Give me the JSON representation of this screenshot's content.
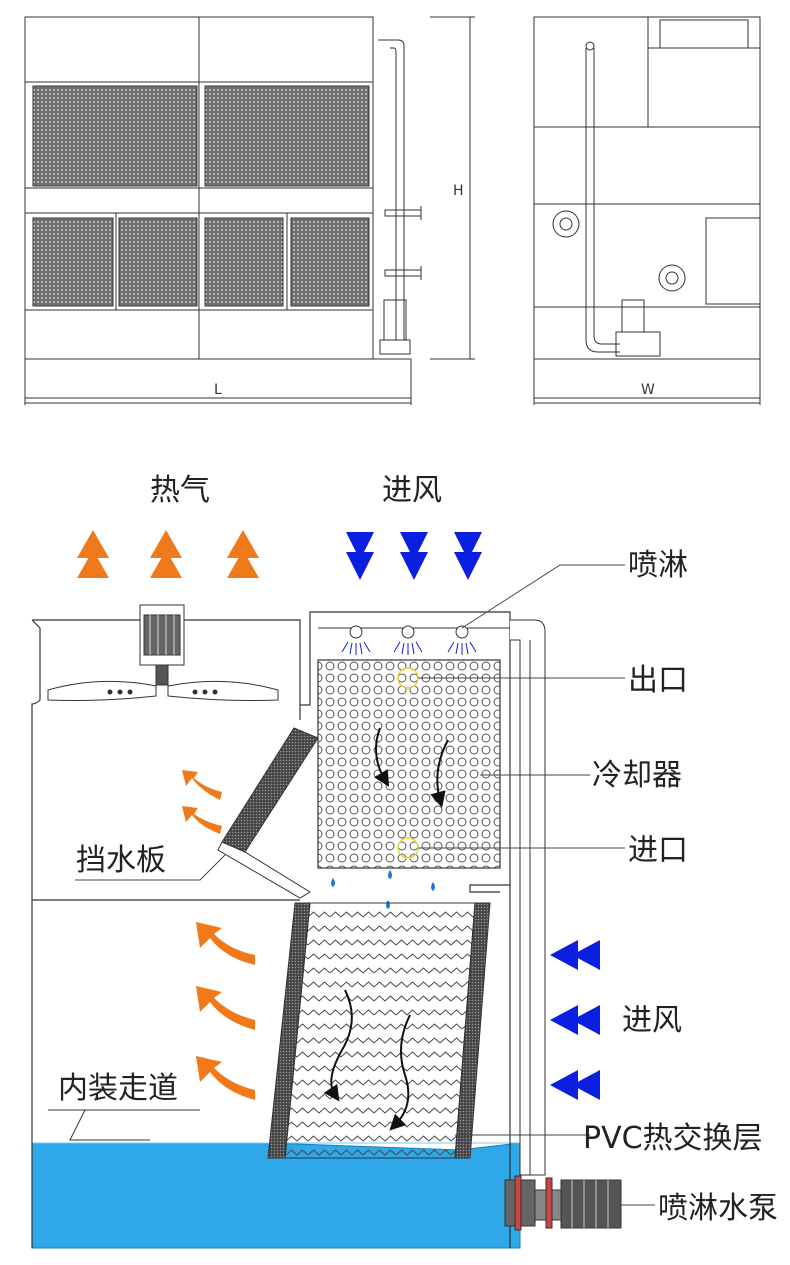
{
  "dimensions": {
    "length": "L",
    "height": "H",
    "width": "W"
  },
  "labels": {
    "hot_air": "热气",
    "air_in_top": "进风",
    "spray": "喷淋",
    "outlet": "出口",
    "cooler": "冷却器",
    "inlet": "进口",
    "baffle": "挡水板",
    "air_in_side": "进风",
    "walkway": "内装走道",
    "pvc_layer": "PVC热交换层",
    "spray_pump": "喷淋水泵"
  },
  "colors": {
    "hot_arrow": "#f07a1a",
    "cold_arrow": "#0a1fe0",
    "water": "#2ea8e8",
    "line": "#333333"
  }
}
